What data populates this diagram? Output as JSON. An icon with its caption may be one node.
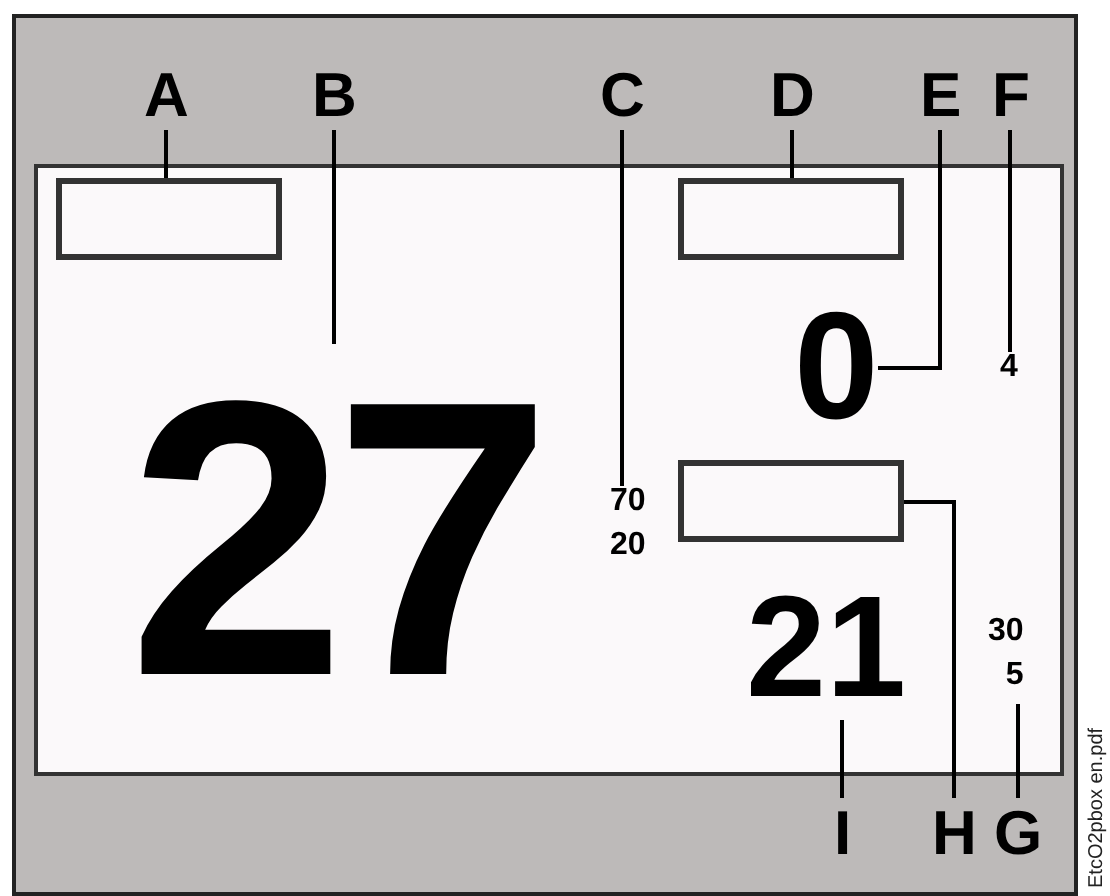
{
  "diagram": {
    "nodes": [
      {
        "text": [
          "A"
        ]
      },
      {
        "text": [
          "B"
        ]
      },
      {
        "text": [
          "C"
        ]
      },
      {
        "text": [
          "D"
        ]
      },
      {
        "text": [
          "E"
        ]
      },
      {
        "text": [
          "F"
        ]
      },
      {
        "text": [],
        "shape": "box"
      },
      {
        "text": [],
        "shape": "box"
      },
      {
        "text": [
          "0"
        ]
      },
      {
        "text": [
          "4"
        ]
      },
      {
        "text": [
          "27"
        ]
      },
      {
        "text": [
          "70",
          "20"
        ]
      },
      {
        "text": [],
        "shape": "box"
      },
      {
        "text": [
          "21"
        ]
      },
      {
        "text": [
          "30",
          "5"
        ]
      },
      {
        "text": [
          "I"
        ]
      },
      {
        "text": [
          "H"
        ]
      },
      {
        "text": [
          "G"
        ]
      }
    ],
    "edges": [
      {
        "from": 0,
        "to": 6,
        "arrow": "none"
      },
      {
        "from": 1,
        "to": 10,
        "arrow": "none"
      },
      {
        "from": 2,
        "to": 11,
        "arrow": "none"
      },
      {
        "from": 3,
        "to": 7,
        "arrow": "none"
      },
      {
        "from": 4,
        "to": 8,
        "arrow": "none"
      },
      {
        "from": 5,
        "to": 9,
        "arrow": "none"
      },
      {
        "from": 15,
        "to": 13,
        "arrow": "none"
      },
      {
        "from": 16,
        "to": 12,
        "arrow": "none"
      },
      {
        "from": 17,
        "to": 14,
        "arrow": "none"
      }
    ],
    "labels": [
      "EtcO2pbox en.pdf"
    ]
  }
}
